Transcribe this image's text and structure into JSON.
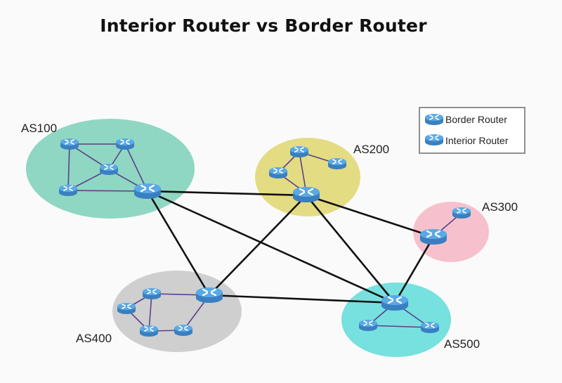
{
  "title": "Interior Router vs Border Router",
  "legend": {
    "border": "Border Router",
    "interior": "Interior Router"
  },
  "systems": [
    {
      "id": "as100",
      "label": "AS100",
      "color": "#8fd7c2"
    },
    {
      "id": "as200",
      "label": "AS200",
      "color": "#e4dc82"
    },
    {
      "id": "as300",
      "label": "AS300",
      "color": "#f6c1cc"
    },
    {
      "id": "as400",
      "label": "AS400",
      "color": "#cfcfcf"
    },
    {
      "id": "as500",
      "label": "AS500",
      "color": "#76e1de"
    }
  ],
  "colors": {
    "backbone_link": "#111111",
    "internal_link": "#5b3f8a",
    "router_top": "#5aa9e6",
    "router_side": "#3a7fc0",
    "router_mark": "#ffffff"
  },
  "icons": {
    "border": "border-router-icon",
    "interior": "interior-router-icon"
  }
}
